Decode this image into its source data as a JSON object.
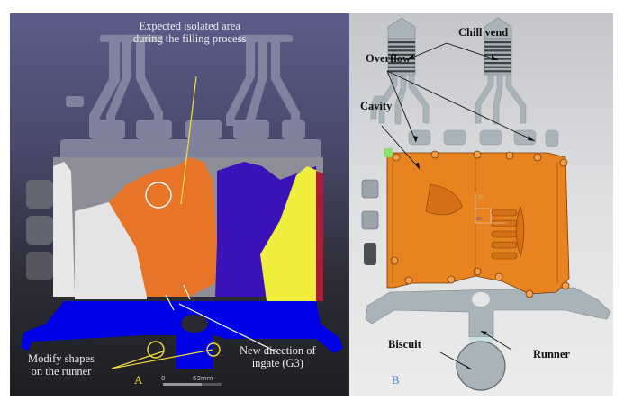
{
  "panel_a": {
    "tag": "A",
    "annotations": {
      "isolated_area": "Expected isolated area\nduring the filling process",
      "modify_shapes": "Modify shapes\non the runner",
      "ingate_direction": "New direction of\ningate (G3)"
    },
    "scale_bar": {
      "start": "0",
      "end": "63mm"
    },
    "colors": {
      "runner_fill": "#0000e6",
      "orange": "#e87428",
      "yellow": "#f0ee3c",
      "indigo": "#3a12b8",
      "annotation_yellow": "#f5e13a"
    }
  },
  "panel_b": {
    "tag": "B",
    "labels": {
      "chill_vend": "Chill vend",
      "overflow": "Overflow",
      "cavity": "Cavity",
      "biscuit": "Biscuit",
      "runner": "Runner"
    },
    "cad_axes": {
      "y": "YC",
      "x": "XC",
      "z": "ZC"
    },
    "colors": {
      "casting": "#e8841f",
      "gating": "#a9b4ba"
    }
  }
}
